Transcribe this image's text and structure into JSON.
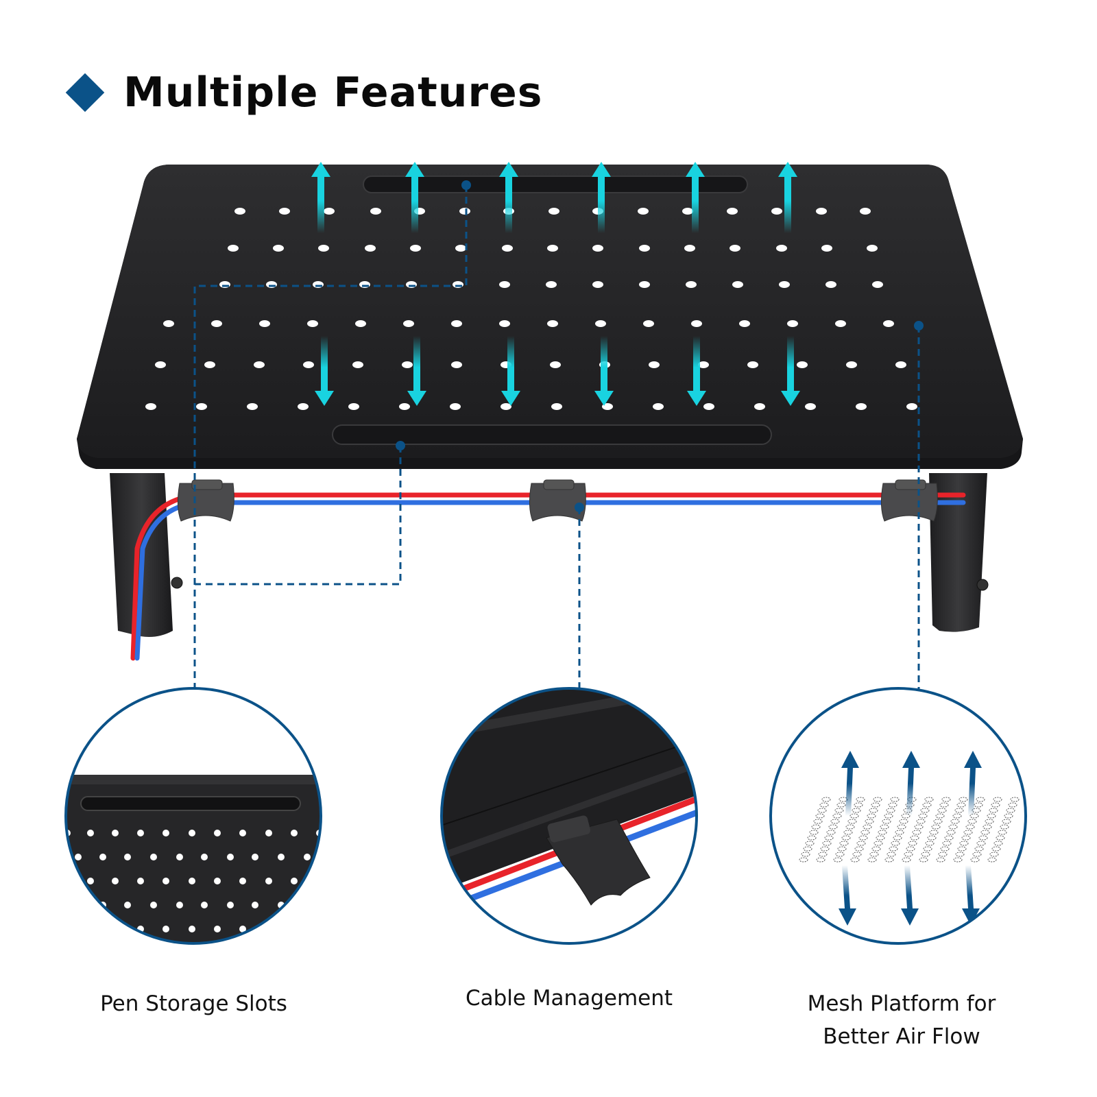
{
  "header": {
    "title": "Multiple Features",
    "bullet_icon": "diamond-icon",
    "accent_color": "#0b5288"
  },
  "product": {
    "name": "perforated-monitor-stand",
    "airflow_arrow_color": "#19d3e0",
    "cable_colors": [
      "#e8232a",
      "#2f6fe0"
    ]
  },
  "features": [
    {
      "label": "Pen Storage Slots",
      "icon": "pen-slot-detail-icon"
    },
    {
      "label": "Cable Management",
      "icon": "cable-clip-detail-icon"
    },
    {
      "label": "Mesh Platform for Better Air Flow",
      "line1": "Mesh Platform for",
      "line2": "Better Air Flow",
      "icon": "mesh-airflow-icon"
    }
  ]
}
